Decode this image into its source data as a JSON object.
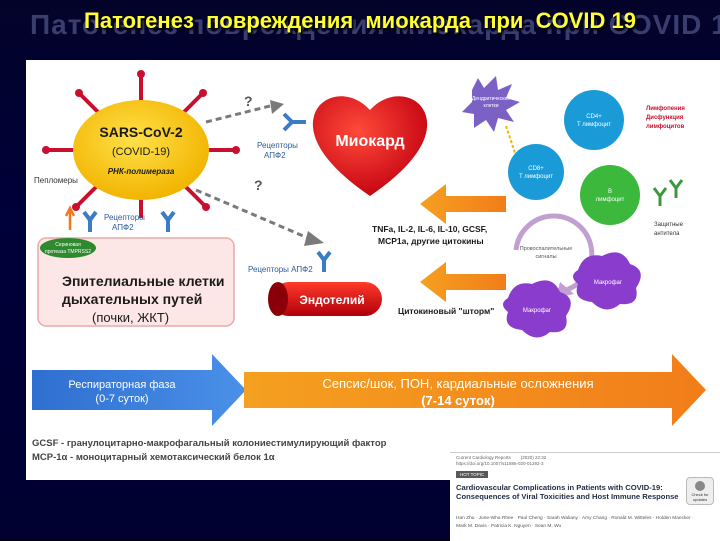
{
  "slide": {
    "title": "Патогенез  повреждения  миокарда  при  COVID 19",
    "title_shadow": "Патогенез повреждения миокарда при COVID 19"
  },
  "diagram": {
    "virus": {
      "name": "SARS-CoV-2",
      "sub": "(COVID-19)",
      "enzyme": "РНК-полимераза",
      "peplomers": "Пепломеры",
      "color": "#f7c21a"
    },
    "receptor_lung": "Рецепторы",
    "receptor_lung2": "АПФ2",
    "receptor_heart": "Рецепторы",
    "receptor_heart2": "АПФ2",
    "receptor_endo": "Рецепторы АПФ2",
    "protease": [
      "Сериновая",
      "протеаза TMPRSS2"
    ],
    "question": "?",
    "heart": {
      "label": "Миокард",
      "color": "#d8111c"
    },
    "epithelium": {
      "line1": "Эпителиальные клетки",
      "line2": "дыхательных путей",
      "line3": "(почки, ЖКТ)"
    },
    "endothelium": "Эндотелий",
    "cytokines": {
      "line1": "TNFa, IL-2, IL-6, IL-10, GCSF,",
      "line2": "MCP1a, другие цитокины"
    },
    "storm": "Цитокиновый \"шторм\"",
    "signals": [
      "Провоспалительные",
      "сигналы"
    ],
    "cells": {
      "dendritic": [
        "Дендритические",
        "клетки"
      ],
      "cd4": [
        "CD4+",
        "Т лимфоцит"
      ],
      "cd8": [
        "CD8+",
        "Т лимфоцит"
      ],
      "b": [
        "В",
        "лимфоцит"
      ],
      "macro1": "Макрофаг",
      "macro2": "Макрофаг"
    },
    "lymph": [
      "Лимфопения",
      "Дисфункция",
      "лимфоцитов"
    ],
    "antibodies": [
      "Защитные",
      "антитела"
    ],
    "phase1": [
      "Респираторная фаза",
      "(0-7 суток)"
    ],
    "phase2": [
      "Сепсис/шок, ПОН, кардиальные осложнения",
      "(7-14 суток)"
    ],
    "footnote1": "GCSF - гранулоцитарно-макрофагальный колониестимулирующий фактор",
    "footnote2": "MCP-1α - моноцитарный хемотаксический белок 1α"
  },
  "paper": {
    "meta1": "Current Cardiology Reports        (2020) 22:32",
    "meta2": "https://doi.org/10.1007/s11886-020-01292-3",
    "tag": "HOT TOPIC",
    "title": "Cardiovascular Complications in Patients with COVID-19: Consequences of Viral Toxicities and Host Immune Response",
    "authors": "Han Zhu · June-Wha Rhee · Paul Cheng · Sarah Waliany · Amy Chang · Ronald M. Witteles · Holden Maecker · Mark M. Davis · Patricia K. Nguyen · Sean M. Wu",
    "check": "Check for updates"
  }
}
